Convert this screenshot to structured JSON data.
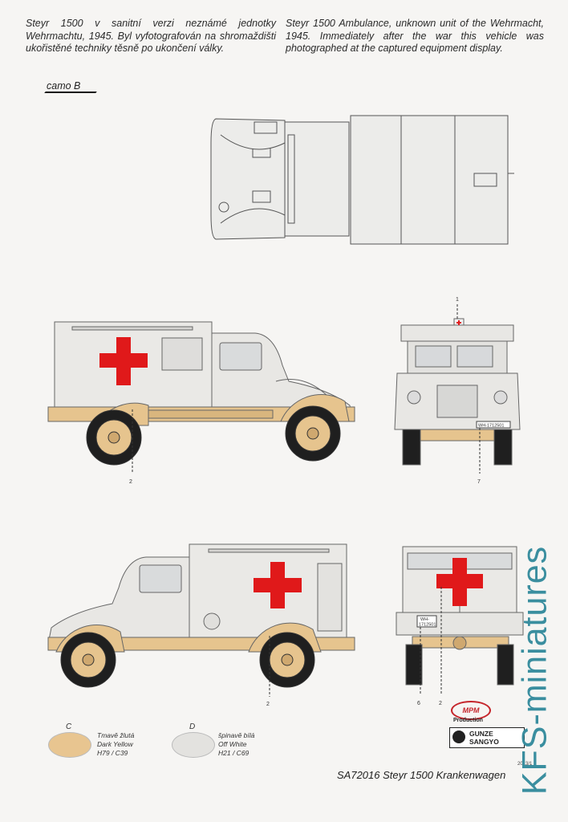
{
  "caption_cz": "Steyr 1500 v sanitní verzi neznámé jednotky Wehrmachtu, 1945. Byl vyfotografován na shromaždišti ukořistěné techniky těsně po ukončení války.",
  "caption_en": "Steyr 1500 Ambulance, unknown unit of the Wehrmacht, 1945. Immediately after the war this vehicle was photographed at the captured equipment display.",
  "camo_label": "camo B",
  "callouts": {
    "front_top": "1",
    "side_upper": "2",
    "front_bottom": "7",
    "plate_front": "WH-1712501",
    "plate_rear_1": "WH-",
    "plate_rear_2": "1712501",
    "side_lower": "2",
    "rear_left": "6",
    "rear_right": "2"
  },
  "swatches": [
    {
      "letter": "C",
      "cz": "Tmavě žlutá",
      "en": "Dark Yellow",
      "code": "H79 / C39",
      "color": "#e8c590"
    },
    {
      "letter": "D",
      "cz": "špinavě bílá",
      "en": "Off White",
      "code": "H21 / C69",
      "color": "#e3e2df"
    }
  ],
  "logos": {
    "mpm": "MPM",
    "mpm_sub": "Production",
    "gunze_1": "GUNZE",
    "gunze_2": "SANGYO"
  },
  "footer": "SA72016  Steyr 1500 Krankenwagen",
  "year": "2013/1",
  "watermark": "KFS-miniatures",
  "colors": {
    "body": "#e8e7e4",
    "chassis": "#e6c48e",
    "cross": "#e0191a",
    "tire": "#1f1f1f",
    "watermark": "#3a8e9f"
  }
}
